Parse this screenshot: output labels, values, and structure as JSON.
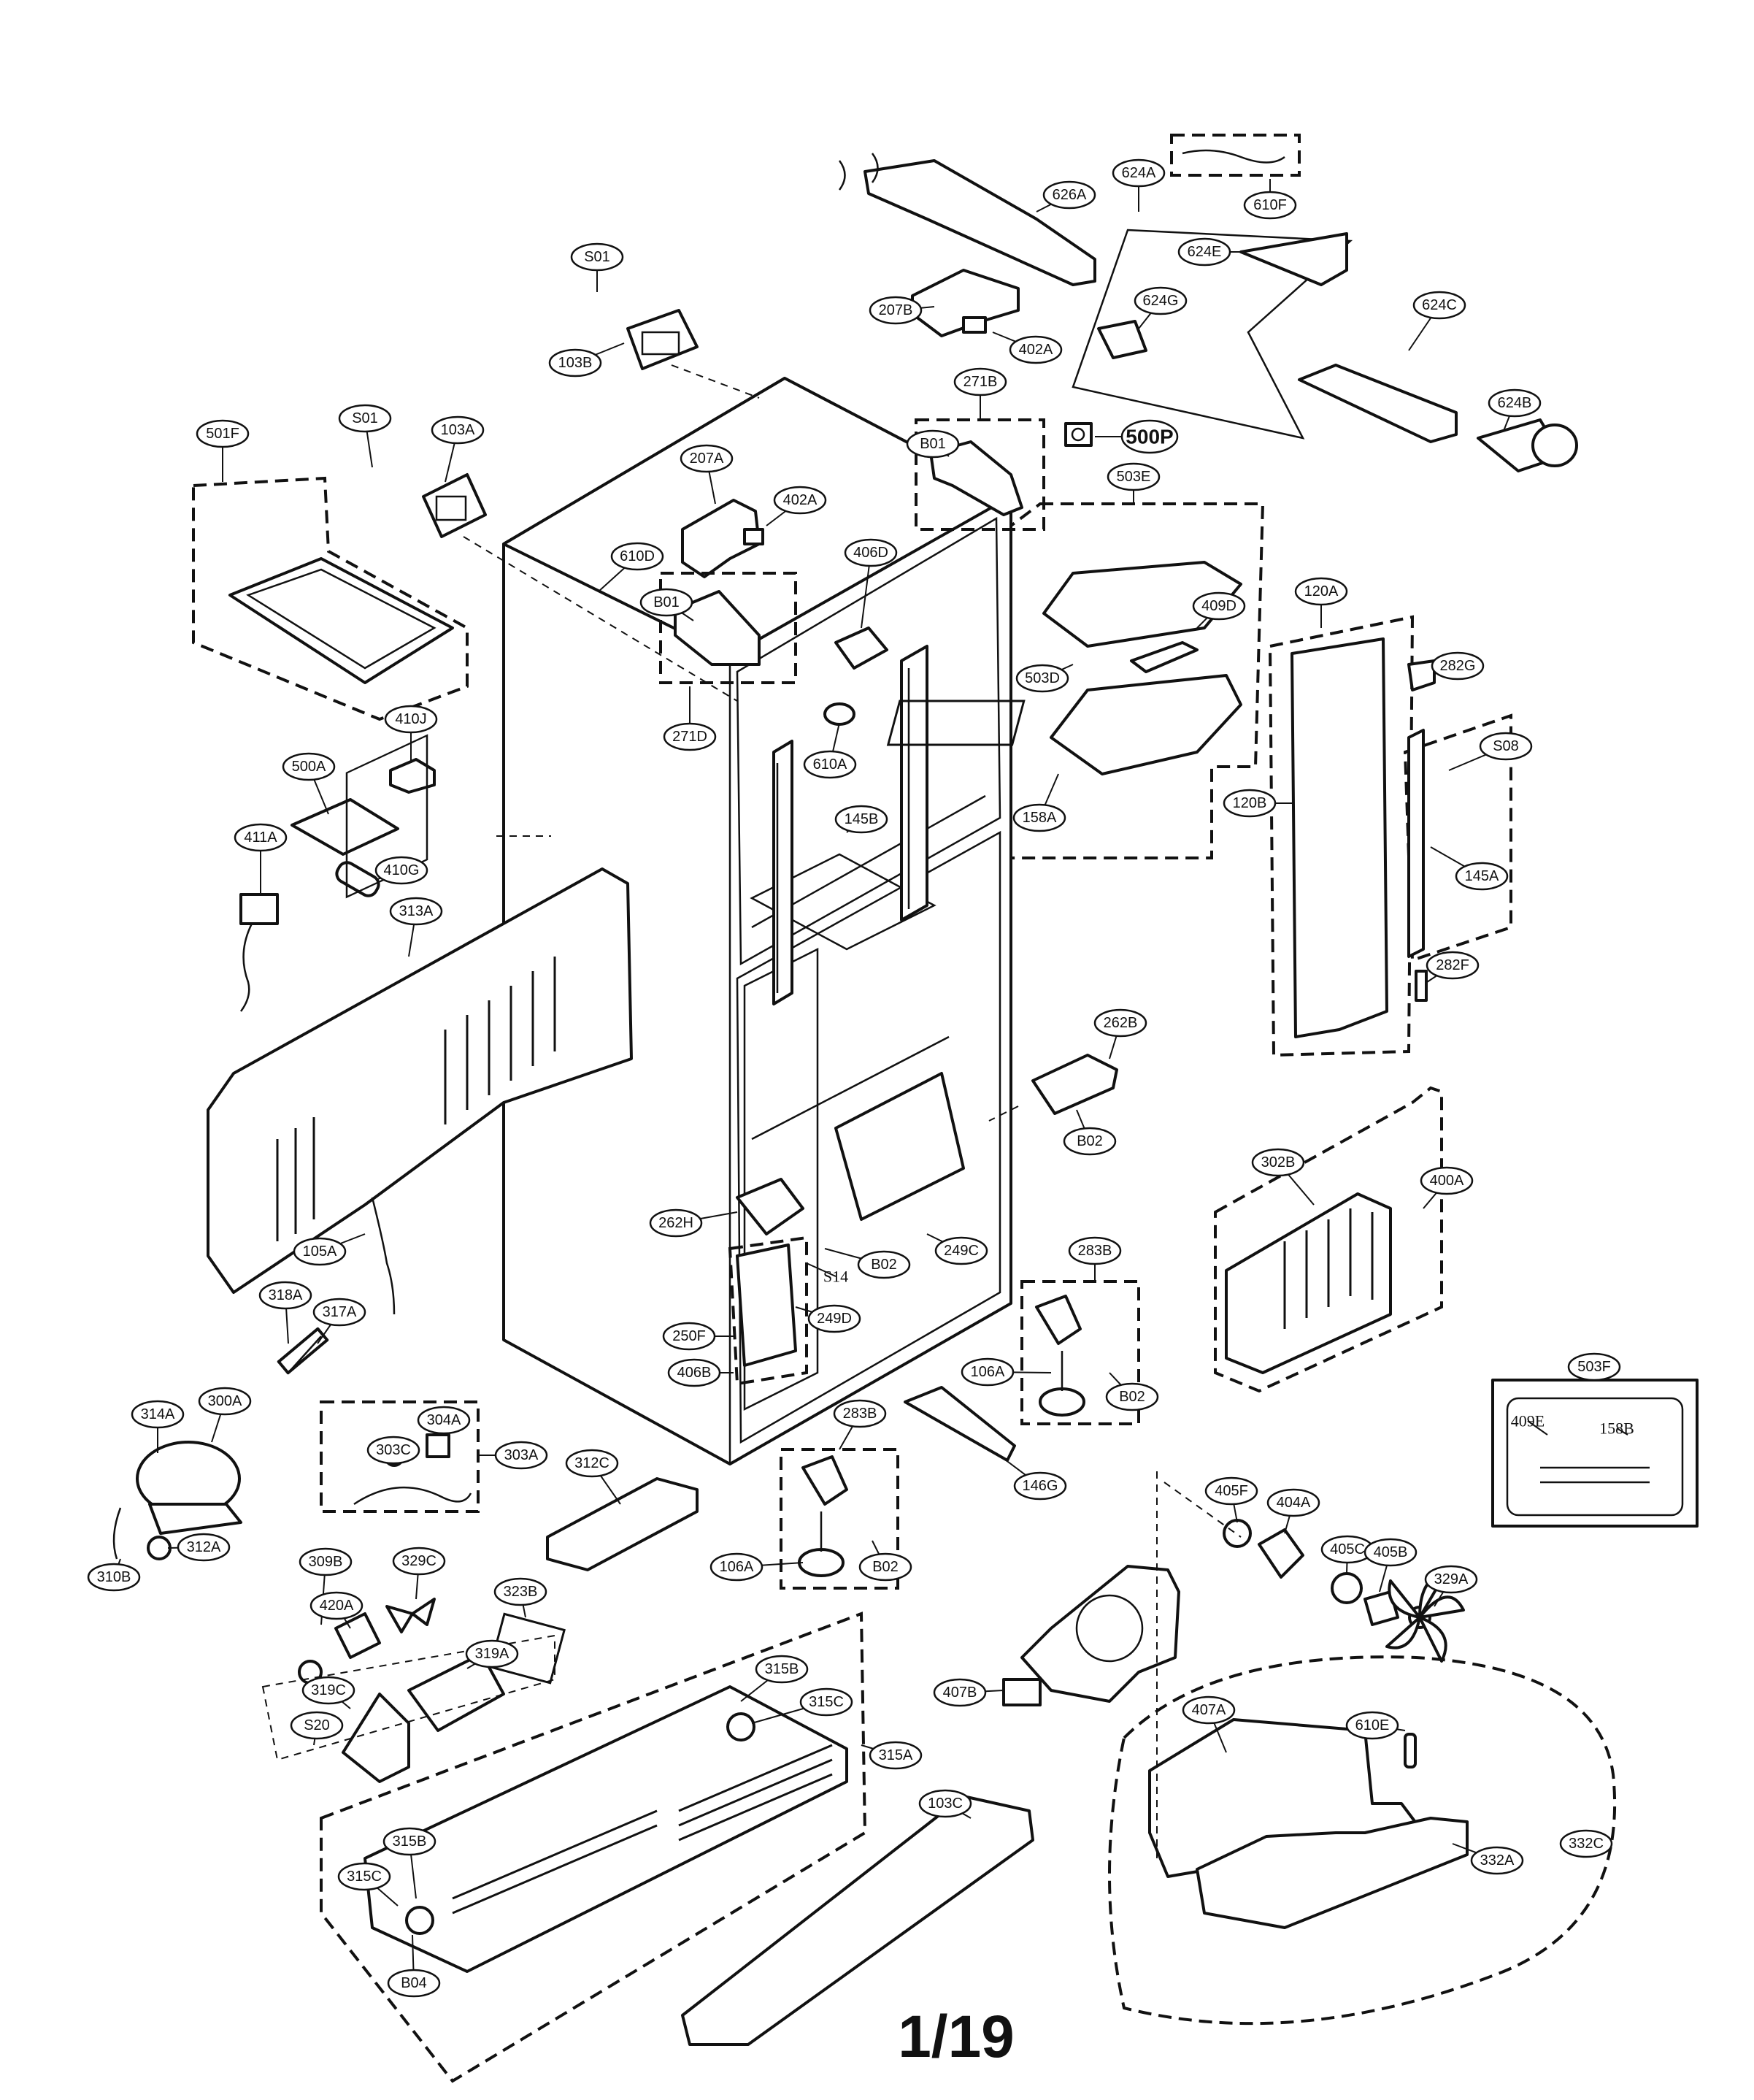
{
  "page_number": "1/19",
  "labels": [
    "S01",
    "103B",
    "S01",
    "103A",
    "501F",
    "207A",
    "402A",
    "610D",
    "B01",
    "271D",
    "406D",
    "610A",
    "145B",
    "207B",
    "402A",
    "626A",
    "624A",
    "610F",
    "624E",
    "624G",
    "624C",
    "624B",
    "271B",
    "B01",
    "500P",
    "503E",
    "409D",
    "503D",
    "158A",
    "120A",
    "282G",
    "S08",
    "120B",
    "145A",
    "282F",
    "410J",
    "500A",
    "411A",
    "410G",
    "313A",
    "262B",
    "B02",
    "302B",
    "400A",
    "262H",
    "B02",
    "S14",
    "249C",
    "283B",
    "249D",
    "250F",
    "406B",
    "106A",
    "B02",
    "146G",
    "105A",
    "318A",
    "317A",
    "314A",
    "300A",
    "304A",
    "303C",
    "303A",
    "312C",
    "283B",
    "106A",
    "B02",
    "310B",
    "312A",
    "309B",
    "329C",
    "323B",
    "420A",
    "319A",
    "319C",
    "S20",
    "315B",
    "315C",
    "315A",
    "103C",
    "315B",
    "315C",
    "B04",
    "405F",
    "404A",
    "405C",
    "405B",
    "329A",
    "407B",
    "407A",
    "610E",
    "332A",
    "332C",
    "503F",
    "409E",
    "158B"
  ]
}
